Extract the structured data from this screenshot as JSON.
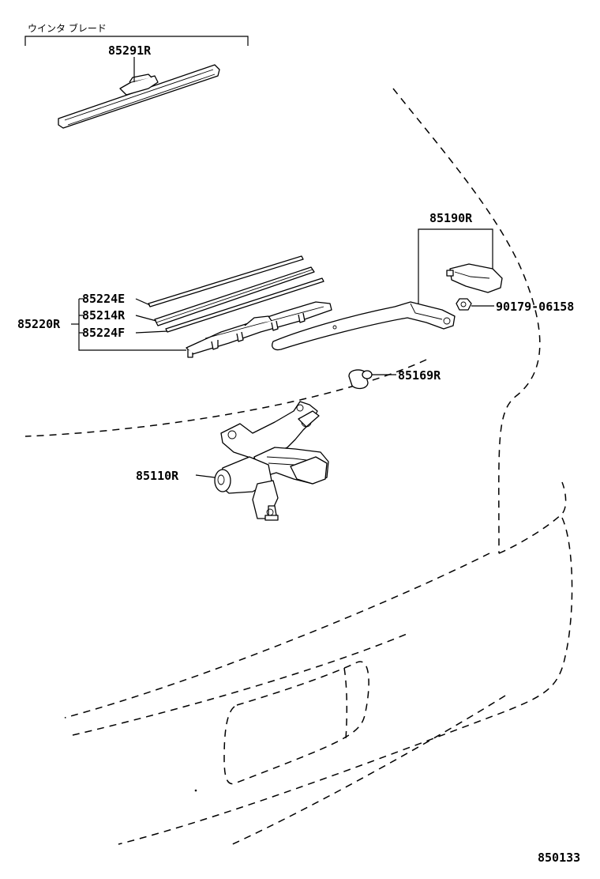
{
  "group_label": "ウインタ ブレード",
  "parts": {
    "p85291R": "85291R",
    "p85190R": "85190R",
    "p90179": "90179-06158",
    "p85224E": "85224E",
    "p85214R": "85214R",
    "p85224F": "85224F",
    "p85220R": "85220R",
    "p85169R": "85169R",
    "p85110R": "85110R"
  },
  "figure_number": "850133"
}
